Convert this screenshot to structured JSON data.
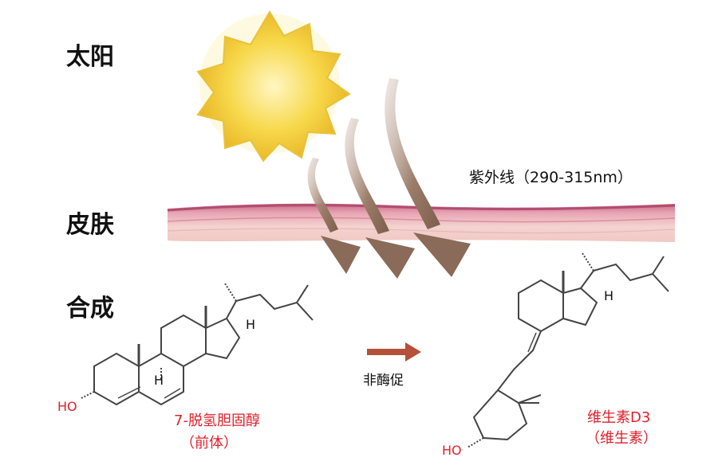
{
  "labels": {
    "sun": "太阳",
    "skin": "皮肤",
    "synthesis": "合成",
    "uv": "紫外线（290-315nm）",
    "enzyme": "非酶促",
    "precursor_name": "7-脱氢胆固醇",
    "precursor_note": "（前体）",
    "product_name": "维生素D3",
    "product_note": "（维生素）"
  },
  "atoms": {
    "ho": "HO",
    "h": "H"
  },
  "colors": {
    "sun": "#f7d84a",
    "arrow": "#8a6a58",
    "reaction_arrow": "#b5503a",
    "skin_light": "#f2c9c9",
    "skin_dark": "#c96a86",
    "red_text": "#e0202a",
    "bond": "#444444"
  },
  "icons": {
    "sun": "sun-icon",
    "uv_arrows": "curved-arrow-icon",
    "reaction": "right-arrow-icon"
  }
}
